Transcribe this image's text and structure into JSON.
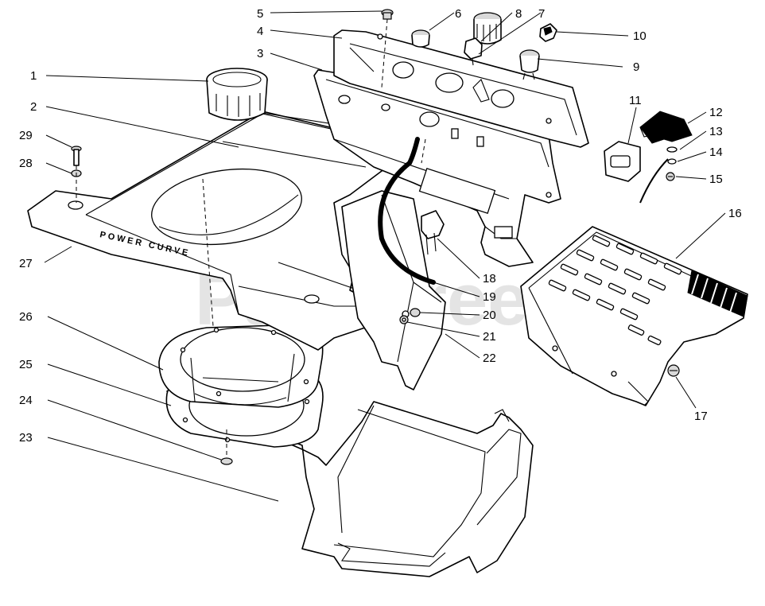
{
  "diagram": {
    "watermark": "PartsTree",
    "embossed_brand": "POWER CURVE",
    "callouts": [
      {
        "id": "p1",
        "label": "1",
        "part": "fuel-cap"
      },
      {
        "id": "p2",
        "label": "2",
        "part": "upper-shroud"
      },
      {
        "id": "p3",
        "label": "3",
        "part": "control-panel-bracket"
      },
      {
        "id": "p4",
        "label": "4",
        "part": "control-panel"
      },
      {
        "id": "p5",
        "label": "5",
        "part": "screw"
      },
      {
        "id": "p6",
        "label": "6",
        "part": "primer-bulb"
      },
      {
        "id": "p7",
        "label": "7",
        "part": "primer-nut"
      },
      {
        "id": "p8",
        "label": "8",
        "part": "choke-knob"
      },
      {
        "id": "p9",
        "label": "9",
        "part": "ignition-switch"
      },
      {
        "id": "p10",
        "label": "10",
        "part": "key"
      },
      {
        "id": "p11",
        "label": "11",
        "part": "receptacle"
      },
      {
        "id": "p12",
        "label": "12",
        "part": "switch-bracket"
      },
      {
        "id": "p13",
        "label": "13",
        "part": "wire-clip"
      },
      {
        "id": "p14",
        "label": "14",
        "part": "washer"
      },
      {
        "id": "p15",
        "label": "15",
        "part": "screw"
      },
      {
        "id": "p16",
        "label": "16",
        "part": "muffler-shield"
      },
      {
        "id": "p17",
        "label": "17",
        "part": "screw"
      },
      {
        "id": "p18",
        "label": "18",
        "part": "wire-terminal"
      },
      {
        "id": "p19",
        "label": "19",
        "part": "hose"
      },
      {
        "id": "p20",
        "label": "20",
        "part": "grommet"
      },
      {
        "id": "p21",
        "label": "21",
        "part": "nut"
      },
      {
        "id": "p22",
        "label": "22",
        "part": "side-bracket"
      },
      {
        "id": "p23",
        "label": "23",
        "part": "lower-shroud"
      },
      {
        "id": "p24",
        "label": "24",
        "part": "washer"
      },
      {
        "id": "p25",
        "label": "25",
        "part": "gasket"
      },
      {
        "id": "p26",
        "label": "26",
        "part": "chute-ring"
      },
      {
        "id": "p27",
        "label": "27",
        "part": "shroud-panel"
      },
      {
        "id": "p28",
        "label": "28",
        "part": "washer"
      },
      {
        "id": "p29",
        "label": "29",
        "part": "bolt"
      }
    ]
  }
}
